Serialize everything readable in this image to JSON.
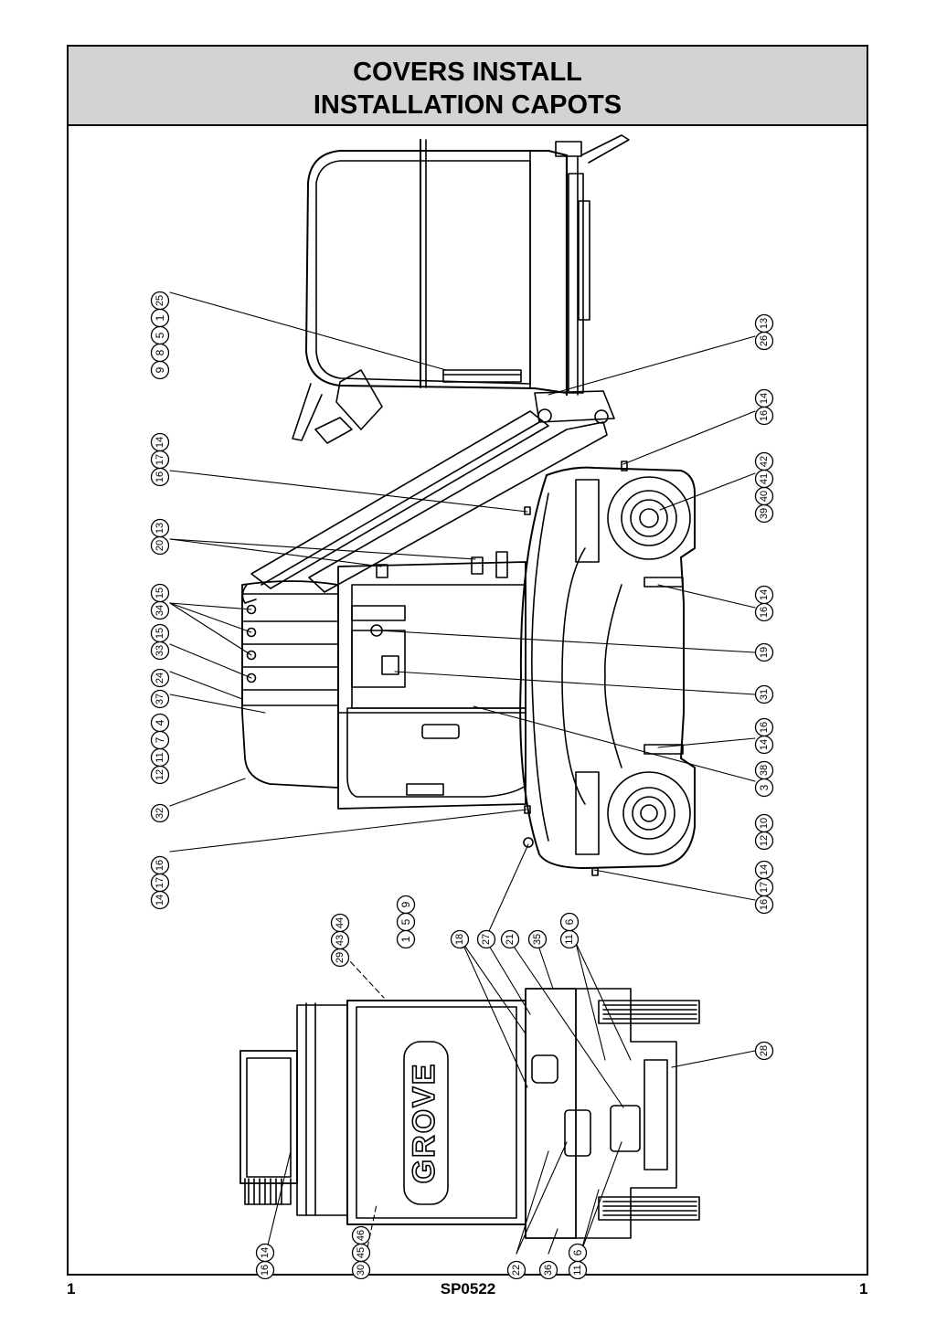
{
  "header": {
    "title_en": "COVERS INSTALL",
    "title_fr": "INSTALLATION CAPOTS"
  },
  "footer": {
    "page_left": "1",
    "doc_code": "SP0522",
    "page_right": "1"
  },
  "brand": {
    "logo_text": "GROVE"
  },
  "callouts": {
    "side_view": [
      {
        "id": "c-top-left",
        "labels": [
          "9",
          "8",
          "5",
          "1",
          "25"
        ]
      },
      {
        "id": "c-top-right",
        "labels": [
          "26",
          "13"
        ]
      },
      {
        "id": "c-wheel-top",
        "labels": [
          "16",
          "14"
        ]
      },
      {
        "id": "c-hub-top",
        "labels": [
          "39",
          "40",
          "41",
          "42"
        ]
      },
      {
        "id": "c-left-1",
        "labels": [
          "16",
          "17",
          "14"
        ]
      },
      {
        "id": "c-left-2",
        "labels": [
          "20",
          "13"
        ]
      },
      {
        "id": "c-left-3",
        "labels": [
          "34",
          "15"
        ]
      },
      {
        "id": "c-left-4",
        "labels": [
          "33",
          "15"
        ]
      },
      {
        "id": "c-left-5",
        "labels": [
          "24"
        ]
      },
      {
        "id": "c-left-6",
        "labels": [
          "37"
        ]
      },
      {
        "id": "c-left-7",
        "labels": [
          "12",
          "11",
          "7",
          "4"
        ]
      },
      {
        "id": "c-left-8",
        "labels": [
          "32"
        ]
      },
      {
        "id": "c-left-9",
        "labels": [
          "14",
          "17",
          "16"
        ]
      },
      {
        "id": "c-right-1",
        "labels": [
          "16",
          "14"
        ]
      },
      {
        "id": "c-right-2",
        "labels": [
          "19"
        ]
      },
      {
        "id": "c-right-3",
        "labels": [
          "31"
        ]
      },
      {
        "id": "c-right-4",
        "labels": [
          "14",
          "16"
        ]
      },
      {
        "id": "c-right-5",
        "labels": [
          "3",
          "38"
        ]
      },
      {
        "id": "c-right-6",
        "labels": [
          "12",
          "10"
        ]
      },
      {
        "id": "c-right-7",
        "labels": [
          "16",
          "17",
          "14"
        ]
      }
    ],
    "bottom_view": [
      {
        "id": "b-1",
        "labels": [
          "29",
          "43",
          "44"
        ]
      },
      {
        "id": "b-2",
        "labels": [
          "1",
          "5",
          "9"
        ]
      },
      {
        "id": "b-3",
        "labels": [
          "18"
        ]
      },
      {
        "id": "b-4",
        "labels": [
          "27"
        ]
      },
      {
        "id": "b-5",
        "labels": [
          "21"
        ]
      },
      {
        "id": "b-6",
        "labels": [
          "35"
        ]
      },
      {
        "id": "b-7",
        "labels": [
          "11",
          "6"
        ]
      },
      {
        "id": "b-8",
        "labels": [
          "28"
        ]
      },
      {
        "id": "b-9",
        "labels": [
          "16",
          "14"
        ]
      },
      {
        "id": "b-10",
        "labels": [
          "30",
          "45",
          "46"
        ]
      },
      {
        "id": "b-11",
        "labels": [
          "22"
        ]
      },
      {
        "id": "b-12",
        "labels": [
          "36"
        ]
      },
      {
        "id": "b-13",
        "labels": [
          "11",
          "6"
        ]
      }
    ]
  }
}
